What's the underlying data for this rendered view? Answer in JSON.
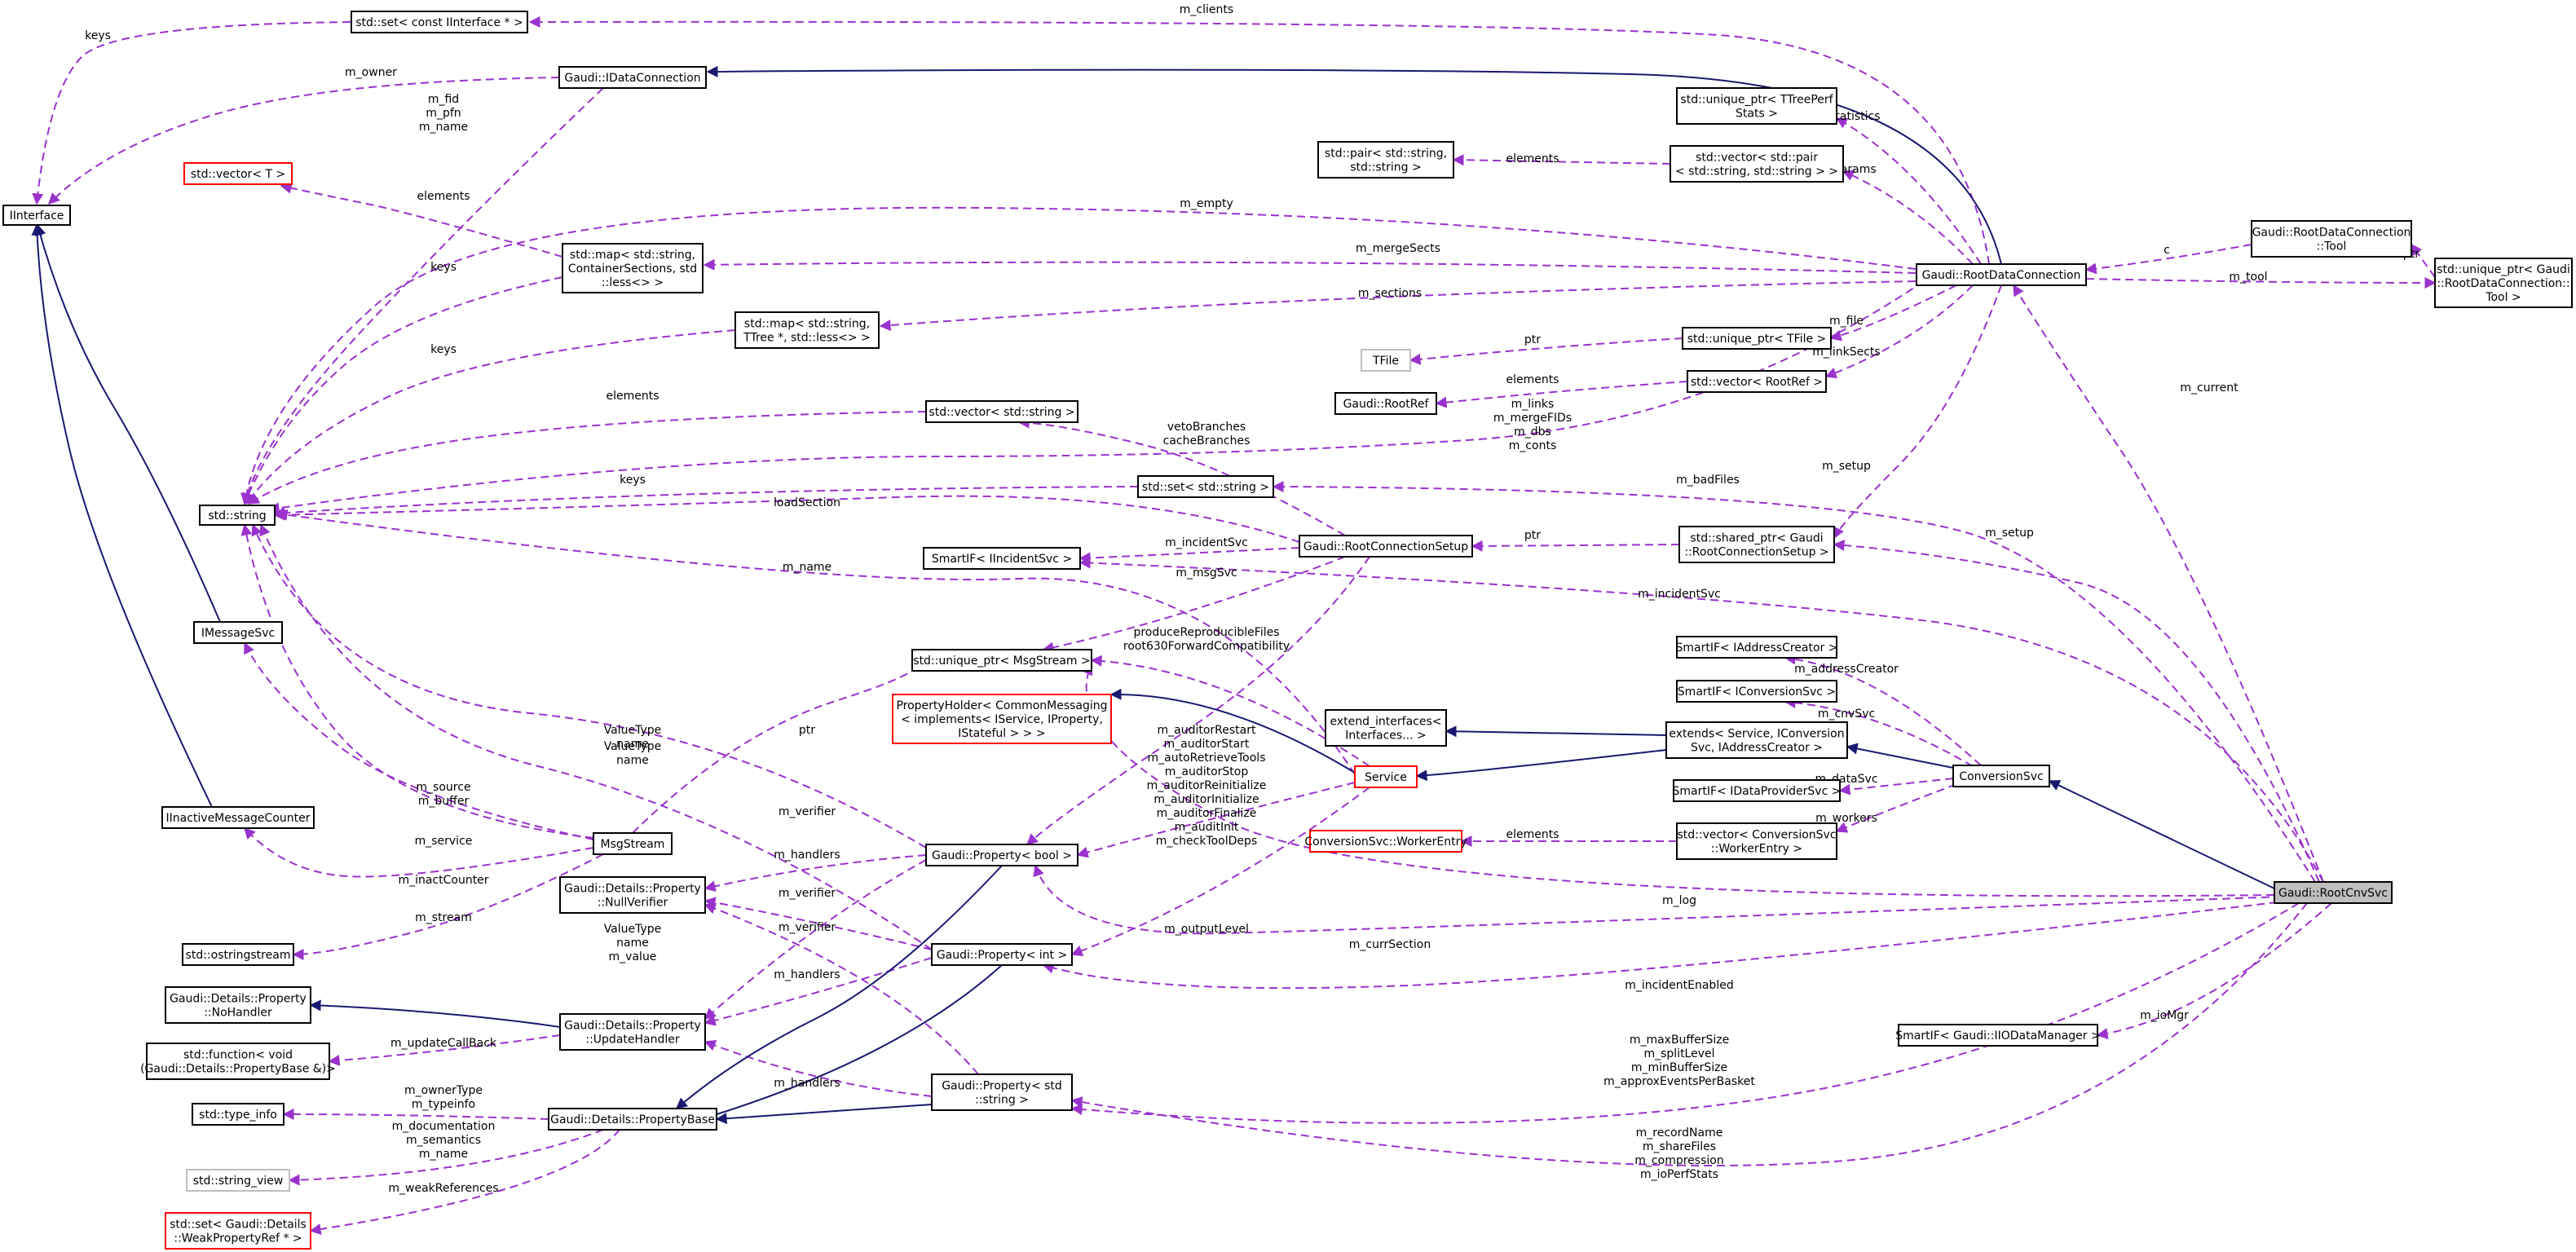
{
  "diagram": {
    "nodes": [
      {
        "id": "iinterface",
        "lines": [
          "IInterface"
        ]
      },
      {
        "id": "set_const_iinterface",
        "lines": [
          "std::set< const IInterface * >"
        ]
      },
      {
        "id": "idataconnection",
        "lines": [
          "Gaudi::IDataConnection"
        ]
      },
      {
        "id": "vector_t",
        "lines": [
          "std::vector< T >"
        ]
      },
      {
        "id": "std_string",
        "lines": [
          "std::string"
        ]
      },
      {
        "id": "map_container",
        "lines": [
          "std::map< std::string,",
          "ContainerSections, std",
          "::less<> >"
        ]
      },
      {
        "id": "map_ttree",
        "lines": [
          "std::map< std::string,",
          "TTree *, std::less<> >"
        ]
      },
      {
        "id": "vector_string",
        "lines": [
          "std::vector< std::string >"
        ]
      },
      {
        "id": "set_string",
        "lines": [
          "std::set< std::string >"
        ]
      },
      {
        "id": "smartif_iincidentsvc",
        "lines": [
          "SmartIF< IIncidentSvc >"
        ]
      },
      {
        "id": "unique_msgstream",
        "lines": [
          "std::unique_ptr< MsgStream >"
        ]
      },
      {
        "id": "imessagesvc",
        "lines": [
          "IMessageSvc"
        ]
      },
      {
        "id": "iinactivemessagecounter",
        "lines": [
          "IInactiveMessageCounter"
        ]
      },
      {
        "id": "msgstream",
        "lines": [
          "MsgStream"
        ]
      },
      {
        "id": "nullverifier",
        "lines": [
          "Gaudi::Details::Property",
          "::NullVerifier"
        ]
      },
      {
        "id": "ostringstream",
        "lines": [
          "std::ostringstream"
        ]
      },
      {
        "id": "nohandler",
        "lines": [
          "Gaudi::Details::Property",
          "::NoHandler"
        ]
      },
      {
        "id": "function_void",
        "lines": [
          "std::function< void",
          "(Gaudi::Details::PropertyBase &)>"
        ]
      },
      {
        "id": "type_info",
        "lines": [
          "std::type_info"
        ]
      },
      {
        "id": "string_view",
        "lines": [
          "std::string_view"
        ]
      },
      {
        "id": "set_weakpropertyref",
        "lines": [
          "std::set< Gaudi::Details",
          "::WeakPropertyRef * >"
        ]
      },
      {
        "id": "propertybase",
        "lines": [
          "Gaudi::Details::PropertyBase"
        ]
      },
      {
        "id": "updatehandler",
        "lines": [
          "Gaudi::Details::Property",
          "::UpdateHandler"
        ]
      },
      {
        "id": "property_bool",
        "lines": [
          "Gaudi::Property< bool >"
        ]
      },
      {
        "id": "property_int",
        "lines": [
          "Gaudi::Property< int >"
        ]
      },
      {
        "id": "property_string",
        "lines": [
          "Gaudi::Property< std",
          "::string >"
        ]
      },
      {
        "id": "propertyholder",
        "lines": [
          "PropertyHolder< CommonMessaging",
          "< implements< IService, IProperty,",
          "IStateful > > >"
        ]
      },
      {
        "id": "service",
        "lines": [
          "Service"
        ]
      },
      {
        "id": "extend_interfaces",
        "lines": [
          "extend_interfaces<",
          "Interfaces... >"
        ]
      },
      {
        "id": "extends_service",
        "lines": [
          "extends< Service, IConversion",
          "Svc, IAddressCreator >"
        ]
      },
      {
        "id": "conversionsvc",
        "lines": [
          "ConversionSvc"
        ]
      },
      {
        "id": "workerentry",
        "lines": [
          "ConversionSvc::WorkerEntry"
        ]
      },
      {
        "id": "vector_workerentry",
        "lines": [
          "std::vector< ConversionSvc",
          "::WorkerEntry >"
        ]
      },
      {
        "id": "smartif_iaddresscreator",
        "lines": [
          "SmartIF< IAddressCreator >"
        ]
      },
      {
        "id": "smartif_iconversionsvc",
        "lines": [
          "SmartIF< IConversionSvc >"
        ]
      },
      {
        "id": "smartif_idataprovidersvc",
        "lines": [
          "SmartIF< IDataProviderSvc >"
        ]
      },
      {
        "id": "rootconnectionsetup",
        "lines": [
          "Gaudi::RootConnectionSetup"
        ]
      },
      {
        "id": "shared_rootconnectionsetup",
        "lines": [
          "std::shared_ptr< Gaudi",
          "::RootConnectionSetup >"
        ]
      },
      {
        "id": "unique_ttreeperf",
        "lines": [
          "std::unique_ptr< TTreePerf",
          "Stats >"
        ]
      },
      {
        "id": "pair_string",
        "lines": [
          "std::pair< std::string,",
          "std::string >"
        ]
      },
      {
        "id": "vector_pair",
        "lines": [
          "std::vector< std::pair",
          "< std::string, std::string > >"
        ]
      },
      {
        "id": "rootdataconnection",
        "lines": [
          "Gaudi::RootDataConnection"
        ]
      },
      {
        "id": "tfile",
        "lines": [
          "TFile"
        ]
      },
      {
        "id": "unique_tfile",
        "lines": [
          "std::unique_ptr< TFile >"
        ]
      },
      {
        "id": "rootref",
        "lines": [
          "Gaudi::RootRef"
        ]
      },
      {
        "id": "vector_rootref",
        "lines": [
          "std::vector< RootRef >"
        ]
      },
      {
        "id": "rootdataconnection_tool",
        "lines": [
          "Gaudi::RootDataConnection",
          "::Tool"
        ]
      },
      {
        "id": "unique_tool",
        "lines": [
          "std::unique_ptr< Gaudi",
          "::RootDataConnection::",
          "Tool >"
        ]
      },
      {
        "id": "rootcnvsvc",
        "lines": [
          "Gaudi::RootCnvSvc"
        ]
      },
      {
        "id": "smartif_iiodatamanager",
        "lines": [
          "SmartIF< Gaudi::IIODataManager >"
        ]
      }
    ],
    "edge_labels": [
      {
        "id": "keys_iinterface",
        "lines": [
          "keys"
        ]
      },
      {
        "id": "m_owner",
        "lines": [
          "m_owner"
        ]
      },
      {
        "id": "m_clients",
        "lines": [
          "m_clients"
        ]
      },
      {
        "id": "m_fid",
        "lines": [
          "m_fid",
          "m_pfn",
          "m_name"
        ]
      },
      {
        "id": "elements_vector_t",
        "lines": [
          "elements"
        ]
      },
      {
        "id": "m_empty",
        "lines": [
          "m_empty"
        ]
      },
      {
        "id": "keys_map_container",
        "lines": [
          "keys"
        ]
      },
      {
        "id": "m_mergesects",
        "lines": [
          "m_mergeSects"
        ]
      },
      {
        "id": "keys_map_ttree",
        "lines": [
          "keys"
        ]
      },
      {
        "id": "m_sections",
        "lines": [
          "m_sections"
        ]
      },
      {
        "id": "elements_vector_string",
        "lines": [
          "elements"
        ]
      },
      {
        "id": "keys_set_string",
        "lines": [
          "keys"
        ]
      },
      {
        "id": "loadsection",
        "lines": [
          "loadSection"
        ]
      },
      {
        "id": "m_name",
        "lines": [
          "m_name"
        ]
      },
      {
        "id": "vetobranches",
        "lines": [
          "vetoBranches",
          "cacheBranches"
        ]
      },
      {
        "id": "m_incidentsvc_setup",
        "lines": [
          "m_incidentSvc"
        ]
      },
      {
        "id": "m_msgsvc",
        "lines": [
          "m_msgSvc"
        ]
      },
      {
        "id": "producereproducible",
        "lines": [
          "produceReproducibleFiles",
          "root630ForwardCompatibility"
        ]
      },
      {
        "id": "ptr_msgstream",
        "lines": [
          "ptr"
        ]
      },
      {
        "id": "valuetype_1",
        "lines": [
          "ValueType",
          "name"
        ]
      },
      {
        "id": "valuetype_2",
        "lines": [
          "ValueType",
          "name"
        ]
      },
      {
        "id": "m_source",
        "lines": [
          "m_source",
          "m_buffer"
        ]
      },
      {
        "id": "m_service",
        "lines": [
          "m_service"
        ]
      },
      {
        "id": "m_inactcounter",
        "lines": [
          "m_inactCounter"
        ]
      },
      {
        "id": "m_stream",
        "lines": [
          "m_stream"
        ]
      },
      {
        "id": "m_verifier_1",
        "lines": [
          "m_verifier"
        ]
      },
      {
        "id": "m_handlers_1",
        "lines": [
          "m_handlers"
        ]
      },
      {
        "id": "m_verifier_2",
        "lines": [
          "m_verifier"
        ]
      },
      {
        "id": "valuetype_3",
        "lines": [
          "ValueType",
          "name",
          "m_value"
        ]
      },
      {
        "id": "m_verifier_3",
        "lines": [
          "m_verifier"
        ]
      },
      {
        "id": "m_handlers_2",
        "lines": [
          "m_handlers"
        ]
      },
      {
        "id": "m_updatecallback",
        "lines": [
          "m_updateCallBack"
        ]
      },
      {
        "id": "m_handlers_3",
        "lines": [
          "m_handlers"
        ]
      },
      {
        "id": "m_ownertype",
        "lines": [
          "m_ownerType",
          "m_typeinfo"
        ]
      },
      {
        "id": "m_documentation",
        "lines": [
          "m_documentation",
          "m_semantics",
          "m_name"
        ]
      },
      {
        "id": "m_weakreferences",
        "lines": [
          "m_weakReferences"
        ]
      },
      {
        "id": "m_auditorrestart",
        "lines": [
          "m_auditorRestart",
          "m_auditorStart",
          "m_autoRetrieveTools",
          "m_auditorStop",
          "m_auditorReinitialize",
          "m_auditorInitialize",
          "m_auditorFinalize",
          "m_auditInit",
          "m_checkToolDeps"
        ]
      },
      {
        "id": "m_outputlevel",
        "lines": [
          "m_outputLevel"
        ]
      },
      {
        "id": "m_statistics",
        "lines": [
          "m_statistics"
        ]
      },
      {
        "id": "elements_pair",
        "lines": [
          "elements"
        ]
      },
      {
        "id": "m_params",
        "lines": [
          "m_params"
        ]
      },
      {
        "id": "ptr_tfile",
        "lines": [
          "ptr"
        ]
      },
      {
        "id": "m_file",
        "lines": [
          "m_file"
        ]
      },
      {
        "id": "elements_rootref",
        "lines": [
          "elements"
        ]
      },
      {
        "id": "m_linksects",
        "lines": [
          "m_linkSects"
        ]
      },
      {
        "id": "m_links",
        "lines": [
          "m_links",
          "m_mergeFIDs",
          "m_dbs",
          "m_conts"
        ]
      },
      {
        "id": "c_label",
        "lines": [
          "c"
        ]
      },
      {
        "id": "ptr_tool",
        "lines": [
          "ptr"
        ]
      },
      {
        "id": "m_tool",
        "lines": [
          "m_tool"
        ]
      },
      {
        "id": "m_current",
        "lines": [
          "m_current"
        ]
      },
      {
        "id": "m_setup_1",
        "lines": [
          "m_setup"
        ]
      },
      {
        "id": "m_badfiles",
        "lines": [
          "m_badFiles"
        ]
      },
      {
        "id": "ptr_setup",
        "lines": [
          "ptr"
        ]
      },
      {
        "id": "m_setup_2",
        "lines": [
          "m_setup"
        ]
      },
      {
        "id": "m_incidentsvc_cnv",
        "lines": [
          "m_incidentSvc"
        ]
      },
      {
        "id": "m_addresscreator",
        "lines": [
          "m_addressCreator"
        ]
      },
      {
        "id": "m_cnvsvc",
        "lines": [
          "m_cnvSvc"
        ]
      },
      {
        "id": "m_datasvc",
        "lines": [
          "m_dataSvc"
        ]
      },
      {
        "id": "m_workers",
        "lines": [
          "m_workers"
        ]
      },
      {
        "id": "elements_worker",
        "lines": [
          "elements"
        ]
      },
      {
        "id": "m_log",
        "lines": [
          "m_log"
        ]
      },
      {
        "id": "m_cursection",
        "lines": [
          "m_currSection"
        ]
      },
      {
        "id": "m_incidentenabled",
        "lines": [
          "m_incidentEnabled"
        ]
      },
      {
        "id": "m_iomgr",
        "lines": [
          "m_ioMgr"
        ]
      },
      {
        "id": "m_maxbuffersize",
        "lines": [
          "m_maxBufferSize",
          "m_splitLevel",
          "m_minBufferSize",
          "m_approxEventsPerBasket"
        ]
      },
      {
        "id": "m_recordname",
        "lines": [
          "m_recordName",
          "m_shareFiles",
          "m_compression",
          "m_ioPerfStats"
        ]
      }
    ]
  }
}
